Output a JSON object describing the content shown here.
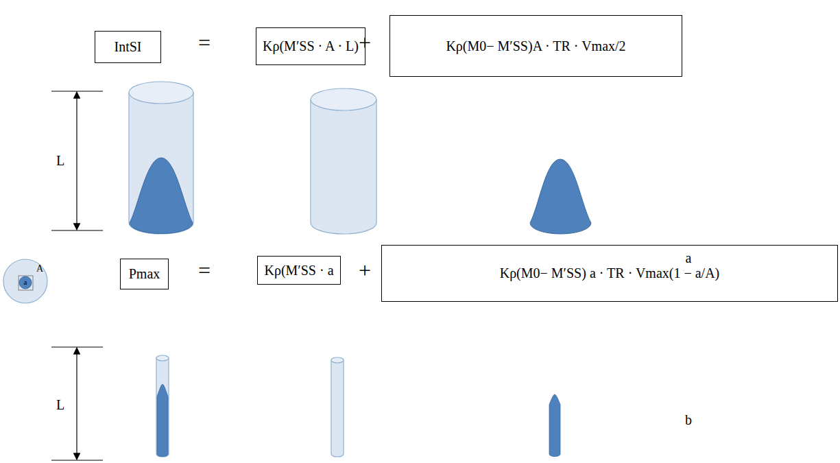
{
  "diagram": {
    "nodes": [
      {
        "text": [
          "IntSI"
        ]
      },
      {
        "text": [
          "Kρ(M′SS · A · L)"
        ]
      },
      {
        "text": [
          "Kρ(M0− M′SS)A · TR · Vmax/2"
        ]
      },
      {
        "text": [
          "Pmax"
        ]
      },
      {
        "text": [
          "Kρ(M′SS · a"
        ]
      },
      {
        "text": [
          "Kρ(M0− M′SS) a · TR · Vmax(1 − a/A)"
        ]
      }
    ],
    "labels": [
      "=",
      "+",
      "L",
      "a",
      "A",
      "a",
      "=",
      "+",
      "L",
      "b"
    ]
  }
}
